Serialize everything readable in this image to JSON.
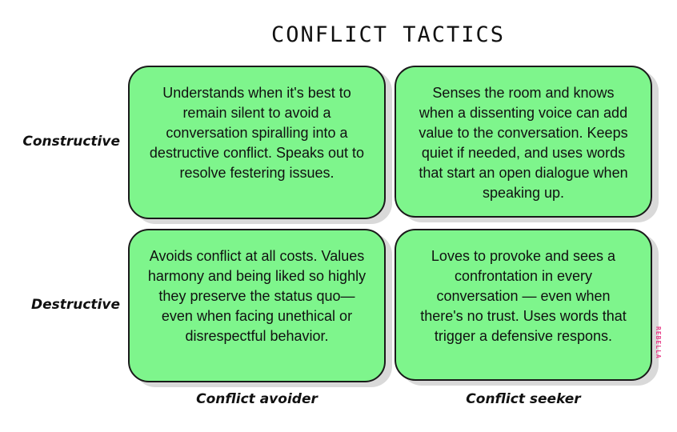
{
  "title": "CONFLICT TACTICS",
  "rows": [
    "Constructive",
    "Destructive"
  ],
  "columns": [
    "Conflict avoider",
    "Conflict seeker"
  ],
  "cells": {
    "constructive_avoider": "Understands when it's best to remain silent to avoid a conversation spiralling into a destructive conflict. Speaks out to resolve festering issues.",
    "constructive_seeker": "Senses the room and knows when a dissenting voice can add value to the conversation. Keeps quiet if needed, and uses words that start an open dialogue when speaking up.",
    "destructive_avoider": "Avoids conflict at all costs. Values harmony and being liked so highly they preserve the status quo—even when facing unethical or disrespectful behavior.",
    "destructive_seeker": "Loves to provoke and sees a confrontation in every conversation — even when there's no trust. Uses words that trigger a defensive respons."
  },
  "brand": "REBELLA",
  "colors": {
    "card_fill": "#7ef58c",
    "card_border": "#1a1a1a",
    "card_shadow": "#d9d9d9",
    "brand": "#e8408a"
  }
}
